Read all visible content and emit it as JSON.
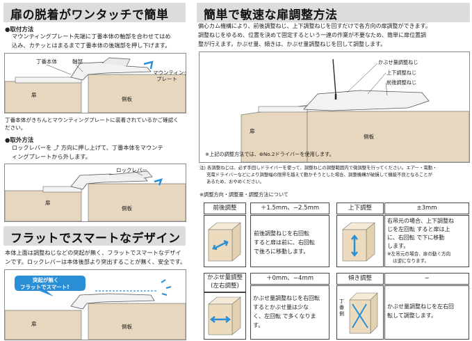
{
  "left": {
    "title1": "扉の脱着がワンタッチで簡単",
    "mount_heading": "●取付方法",
    "mount_text1": "マウンティングプレート先端に丁番本体の軸部を合わせてはめ",
    "mount_text2": "込み、カチッとはまるまで丁番本体の後端部を押し下げます。",
    "fig1_labels": {
      "hinge_body": "丁番本体",
      "shaft": "軸部",
      "plate1": "マウンティング",
      "plate2": "プレート",
      "door": "扉",
      "side": "側板"
    },
    "mount_note1": "丁番本体がきちんとマウンティングプレートに装着されているかご確認く",
    "mount_note2": "ださい。",
    "remove_heading": "●取外方法",
    "remove_text1": "ロックレバーを ⤴ 方向に押し上げて、丁番本体をマウンテ",
    "remove_text2": "ィングプレートから外します。",
    "fig2_labels": {
      "lever": "ロックレバー",
      "door": "扉",
      "side": "側板"
    },
    "title2": "フラットでスマートなデザイン",
    "flat_text1": "本体上面は調整ねじなどの突起が無く、フラットでスマートなデザイ",
    "flat_text2": "ンです。ロックレバーは本体後部より突出することが無く、安全です。",
    "fig3_labels": {
      "bubble1": "突起が無く",
      "bubble2": "フラットでスマート!",
      "door": "扉",
      "side": "側板"
    }
  },
  "right": {
    "title": "簡単で敏速な扉調整方法",
    "intro1": "偏心カム機構により、前後調整ねじ、上下調整ねじを回すだけで各方向の扉調整ができます。",
    "intro2": "調整ねじをゆるめ、位置を決めて固定するという一連の作業が不要なため、簡単に扉位置調",
    "intro3": "整が行えます。かぶせ量、傾きは、かぶせ量調整ねじを回して調整します。",
    "fig_labels": {
      "cover": "かぶせ量調整ねじ",
      "vert": "上下調整ねじ",
      "fb": "前後調整ねじ",
      "door": "扉",
      "side": "側板"
    },
    "fig_note": "※上記の調整方法では、⊕No.2ドライバーを使用します。",
    "caution1": "注) 各調整ねじは、必ず手回しドライバーを使って、調整ねじの調整範囲内で微調整を行ってください。エアー・電動・",
    "caution2": "充電ドライバーなどにより調整幅の限界を越えて動かそうとした場合、調整機構が破損して機能不良となることが",
    "caution3": "あるため、おやめください。",
    "adj_heading": "※調整方向・調整量・調整方法について",
    "adj": [
      {
        "name": "前後調整",
        "range": "＋1.5mm、−2.5mm",
        "desc": [
          "前後調整ねじを右回転",
          "すると扉は前に、右回転",
          "で後ろに移動します。"
        ]
      },
      {
        "name": "上下調整",
        "range": "±3mm",
        "desc": [
          "右吊元の場合、上下調整ね",
          "じを左回転 すると扉は上",
          "に、右回転 で下に移動",
          "します。"
        ],
        "note": [
          "※左吊元の場合、扉の動く方向",
          "は逆になります。"
        ]
      },
      {
        "name": "かぶせ量調整",
        "name2": "(左右調整)",
        "range": "＋0mm、−4mm",
        "desc": [
          "かぶせ量調整ねじを右回転",
          "するとかぶせ量は少な",
          "く、左回転 で多くなりま",
          "す。"
        ]
      },
      {
        "name": "傾き調整",
        "range": "−",
        "side_label": "丁番側",
        "desc": [
          "かぶせ量調整ねじを左右回",
          "転して調整します。"
        ]
      }
    ]
  }
}
